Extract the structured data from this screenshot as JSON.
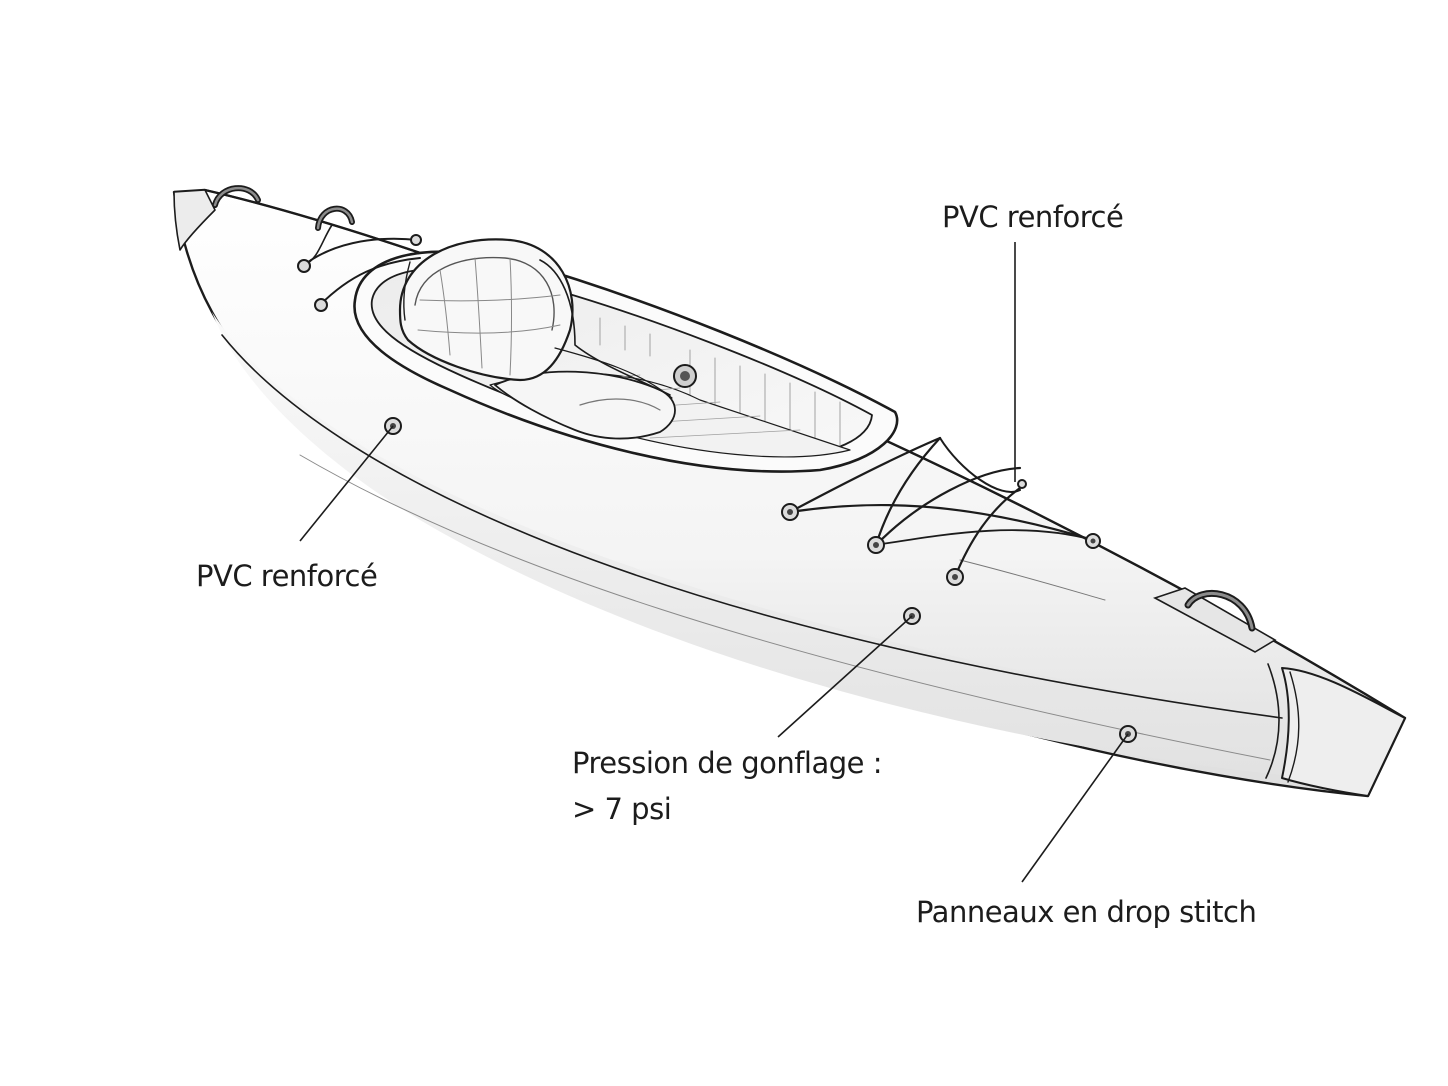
{
  "callouts": {
    "pvc_top": "PVC renforcé",
    "pvc_left": "PVC renforcé",
    "pression_line1": "Pression de gonflage :",
    "pression_line2": "> 7 psi",
    "panneaux": "Panneaux en drop stitch"
  },
  "colors": {
    "ink": "#1c1c1c",
    "hull_fill": "#f7f7f7",
    "hull_shadow": "#e4e4e4",
    "background": "#ffffff"
  }
}
